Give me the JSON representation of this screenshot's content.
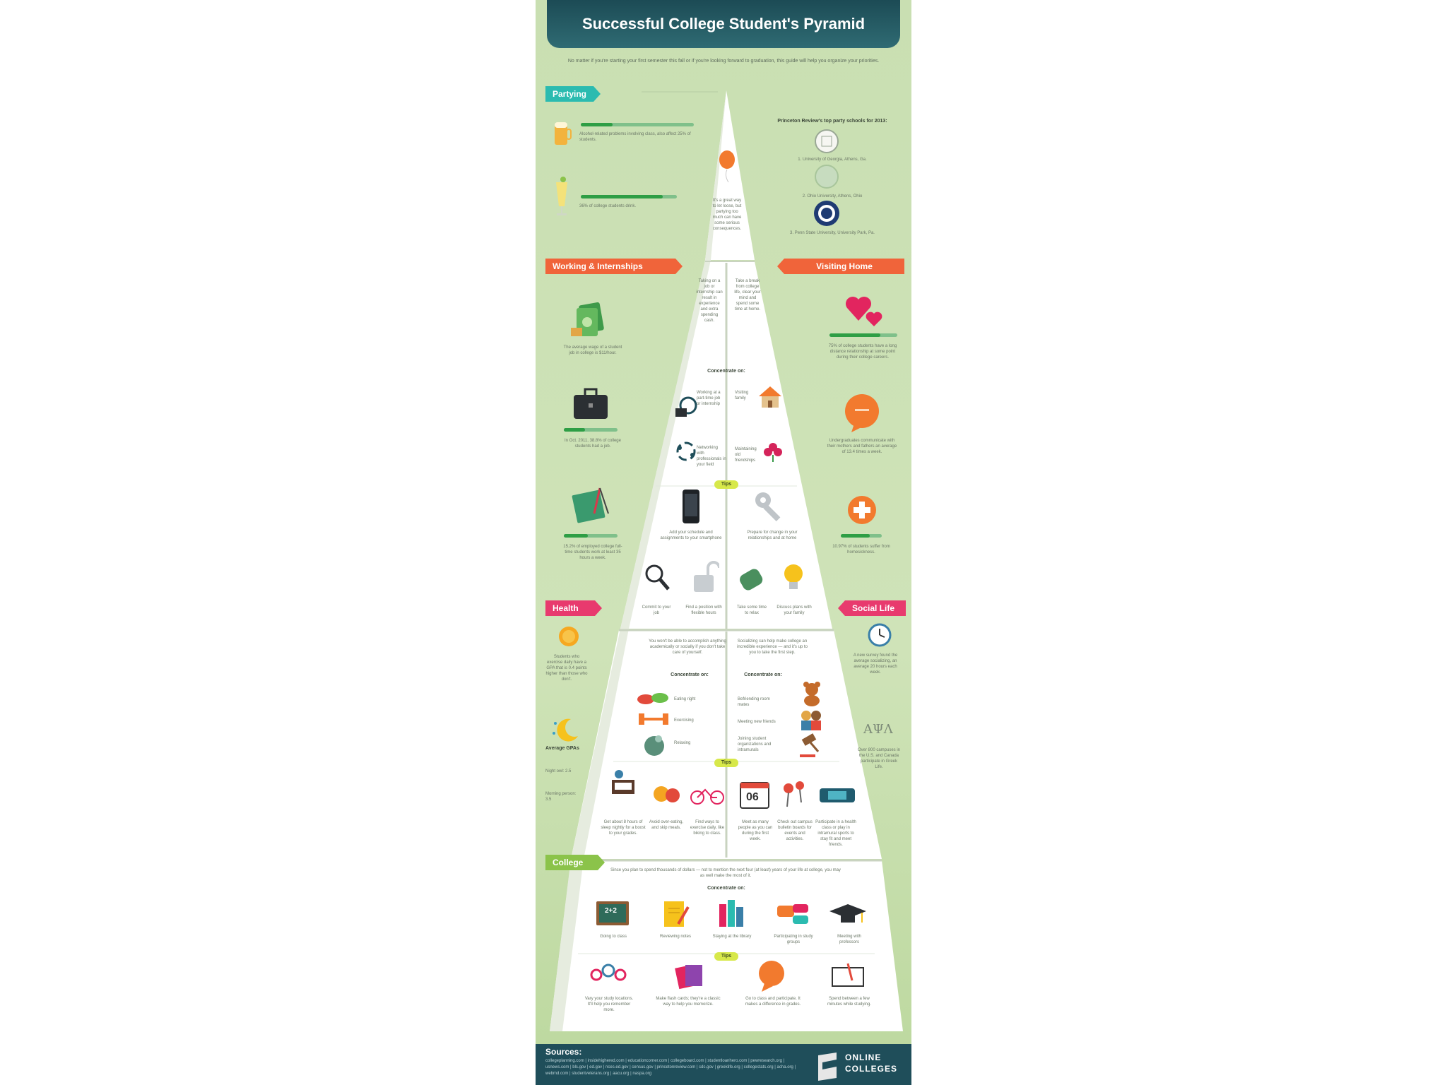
{
  "title": "Successful College Student's Pyramid",
  "subtitle": "No matter if you're starting your first semester this fall or if you're looking forward to graduation, this guide will help you organize your priorities.",
  "colors": {
    "title_bg": "#1c4b55",
    "partying": "#2bbbb0",
    "working": "#f0643a",
    "visiting": "#f0643a",
    "health": "#e83a6e",
    "social": "#e83a6e",
    "college": "#8bc34a",
    "tip": "#d7e84a",
    "bar": "#2e9e45"
  },
  "sections": {
    "partying": {
      "label": "Partying",
      "stat1": "Alcohol-related problems involving class, also affect 25% of students.",
      "stat2": "36% of college students drink.",
      "rank_title": "Princeton Review's top party schools for 2013:",
      "rank1": "1. University of Georgia, Athens, Ga.",
      "rank2": "2. Ohio University, Athens, Ohio",
      "rank3": "3. Penn State University, University Park, Pa.",
      "apex": "It's a great way to let loose, but partying too much can have some serious consequences."
    },
    "working": {
      "label": "Working & Internships",
      "stat1": "The average wage of a student job in college is $11/hour.",
      "stat2": "In Oct. 2011, 38.8% of college students had a job.",
      "stat3": "15.2% of employed college full-time students work at least 35 hours a week.",
      "intro": "Taking on a job or internship can result in experience and extra spending cash.",
      "c1": "Working at a part-time job or internship",
      "c2": "Networking with professionals in your field",
      "tip1": "Add your schedule and assignments to your smartphone",
      "tip2": "Commit to your job",
      "tip3": "Find a position with flexible hours"
    },
    "visiting": {
      "label": "Visiting Home",
      "stat1": "75% of college students have a long distance relationship at some point during their college careers.",
      "stat2": "Undergraduates communicate with their mothers and fathers an average of 13.4 times a week.",
      "stat3": "10.97% of students suffer from homesickness.",
      "intro": "Take a break from college life, clear your mind and spend some time at home.",
      "c1": "Visiting family",
      "c2": "Maintaining old friendships",
      "tip1": "Prepare for change in your relationships and at home",
      "tip2": "Take some time to relax",
      "tip3": "Discuss plans with your family"
    },
    "health": {
      "label": "Health",
      "stat1": "Students who exercise daily have a GPA that is 0.4 points higher than those who don't.",
      "stat2_title": "Average GPAs",
      "stat2a": "Night owl: 2.5",
      "stat2b": "Morning person: 3.5",
      "intro": "You won't be able to accomplish anything academically or socially if you don't take care of yourself.",
      "concentrate": "Concentrate on:",
      "c1": "Eating right",
      "c2": "Exercising",
      "c3": "Relaxing",
      "tip1": "Get about 8 hours of sleep nightly for a boost to your grades.",
      "tip2": "Avoid over-eating, and skip meals.",
      "tip3": "Find ways to exercise daily, like biking to class."
    },
    "social": {
      "label": "Social Life",
      "stat1": "A new survey found the average socializing, an average 20 hours each week.",
      "stat2": "Over 800 campuses in the U.S. and Canada participate in Greek Life.",
      "intro": "Socializing can help make college an incredible experience — and it's up to you to take the first step.",
      "concentrate": "Concentrate on:",
      "c1": "Befriending room mates",
      "c2": "Meeting new friends",
      "c3": "Joining student organizations and intramurals",
      "tip1": "Meet as many people as you can during the first week.",
      "tip2": "Check out campus bulletin boards for events and activities.",
      "tip3": "Participate in a health class or play in intramural sports to stay fit and meet friends."
    },
    "college": {
      "label": "College",
      "intro": "Since you plan to spend thousands of dollars — not to mention the next four (at least) years of your life at college, you may as well make the most of it.",
      "concentrate": "Concentrate on:",
      "c1": "Going to class",
      "c2": "Reviewing notes",
      "c3": "Staying at the library",
      "c4": "Participating in study groups",
      "c5": "Meeting with professors",
      "tip1": "Vary your study locations. It'll help you remember more.",
      "tip2": "Make flash cards; they're a classic way to help you memorize.",
      "tip3": "Go to class and participate. It makes a difference in grades.",
      "tip4": "Spend between a few minutes while studying."
    }
  },
  "concentrate_label": "Concentrate on:",
  "tips_label": "Tips",
  "calendar_day": "06",
  "chalk_text": "2+2",
  "sources_label": "Sources:",
  "sources_text": "collegeplanning.com | insidehighered.com | educationcorner.com | collegeboard.com | studentloanhero.com | pewresearch.org | usnews.com | bls.gov | ed.gov | nces.ed.gov | census.gov | princetonreview.com | cdc.gov | greeklife.org | collegestats.org | acha.org | webmd.com | studentveterans.org | aacu.org | naspa.org",
  "logo_line1": "ONLINE",
  "logo_line2": "COLLEGES"
}
